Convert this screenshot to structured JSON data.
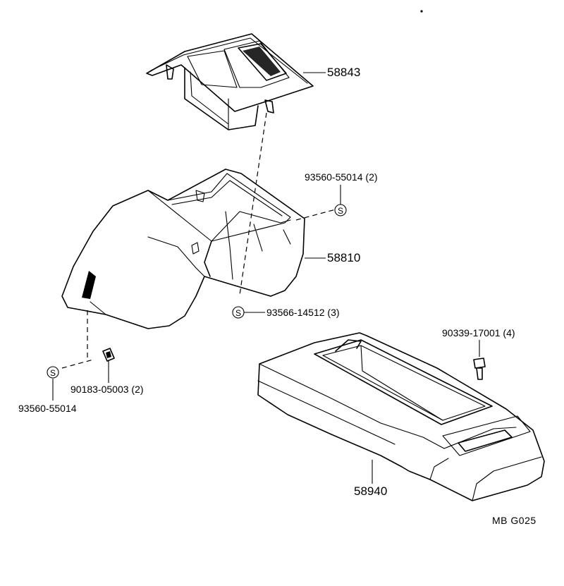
{
  "diagram": {
    "code": "MB  G025",
    "parts": [
      {
        "id": "58843",
        "label": "58843"
      },
      {
        "id": "58810",
        "label": "58810"
      },
      {
        "id": "58940",
        "label": "58940"
      },
      {
        "id": "93560-55014-2",
        "label": "93560-55014 (2)"
      },
      {
        "id": "93566-14512",
        "label": "93566-14512 (3)"
      },
      {
        "id": "93560-55014",
        "label": "93560-55014"
      },
      {
        "id": "90183-05003",
        "label": "90183-05003 (2)"
      },
      {
        "id": "90339-17001",
        "label": "90339-17001 (4)"
      }
    ],
    "symbols": {
      "s_mark": "S"
    }
  }
}
